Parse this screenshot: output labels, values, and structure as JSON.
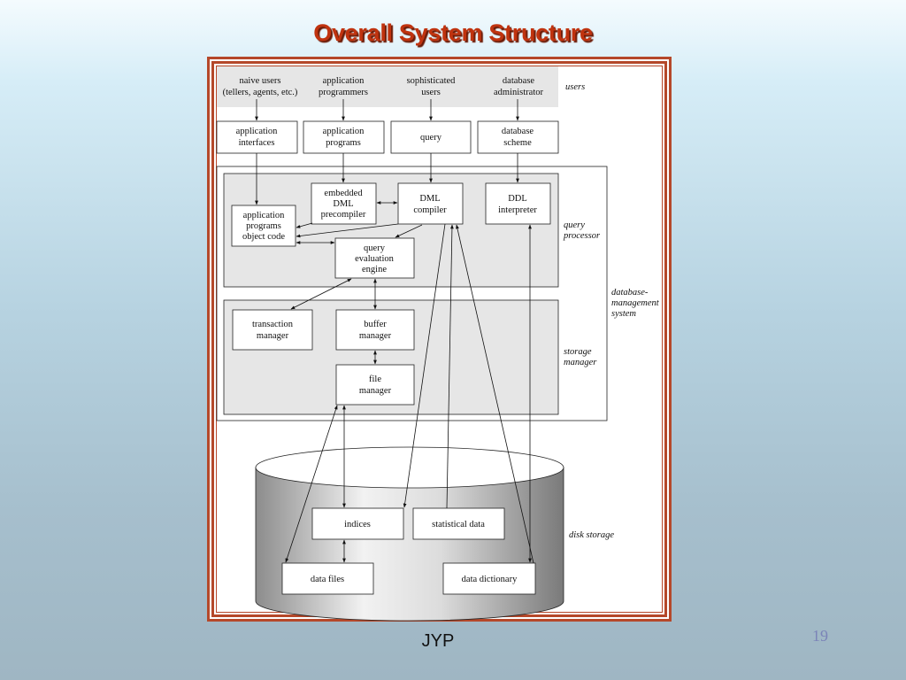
{
  "slide": {
    "title": "Overall System Structure",
    "footer": "JYP",
    "page_number": "19"
  },
  "diagram": {
    "users_row": [
      {
        "line1": "naive users",
        "line2": "(tellers, agents, etc.)"
      },
      {
        "line1": "application",
        "line2": "programmers"
      },
      {
        "line1": "sophisticated",
        "line2": "users"
      },
      {
        "line1": "database",
        "line2": "administrator"
      }
    ],
    "interfaces_row": [
      {
        "line1": "application",
        "line2": "interfaces"
      },
      {
        "line1": "application",
        "line2": "programs"
      },
      {
        "line1": "query",
        "line2": ""
      },
      {
        "line1": "database",
        "line2": "scheme"
      }
    ],
    "query_processor": {
      "embedded_dml": [
        "embedded",
        "DML",
        "precompiler"
      ],
      "dml_compiler": [
        "DML",
        "compiler"
      ],
      "ddl_interpreter": [
        "DDL",
        "interpreter"
      ],
      "app_object_code": [
        "application",
        "programs",
        "object code"
      ],
      "query_eval": [
        "query",
        "evaluation",
        "engine"
      ]
    },
    "storage_manager": {
      "transaction": [
        "transaction",
        "manager"
      ],
      "buffer": [
        "buffer",
        "manager"
      ],
      "file": [
        "file",
        "manager"
      ]
    },
    "disk": {
      "indices": "indices",
      "statistical": "statistical data",
      "data_files": "data files",
      "data_dictionary": "data dictionary"
    },
    "side_labels": {
      "users": "users",
      "query_processor": [
        "query",
        "processor"
      ],
      "dbms": [
        "database-",
        "management",
        "system"
      ],
      "storage_manager": [
        "storage",
        "manager"
      ],
      "disk_storage": "disk storage"
    }
  }
}
